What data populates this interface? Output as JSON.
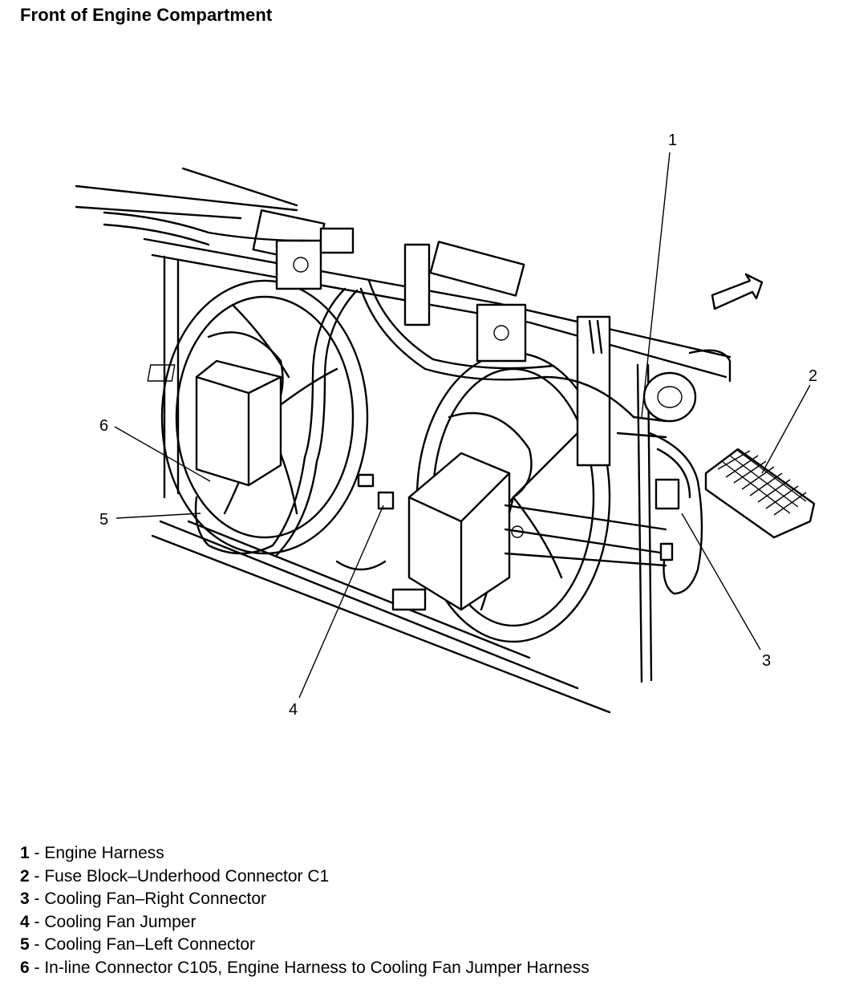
{
  "title": "Front of Engine Compartment",
  "callouts": {
    "c1": "1",
    "c2": "2",
    "c3": "3",
    "c4": "4",
    "c5": "5",
    "c6": "6"
  },
  "legend": [
    {
      "num": "1",
      "text": " - Engine Harness"
    },
    {
      "num": "2",
      "text": " - Fuse Block–Underhood Connector C1"
    },
    {
      "num": "3",
      "text": " - Cooling Fan–Right Connector"
    },
    {
      "num": "4",
      "text": " - Cooling Fan Jumper"
    },
    {
      "num": "5",
      "text": " - Cooling Fan–Left Connector"
    },
    {
      "num": "6",
      "text": " - In-line Connector C105, Engine Harness to Cooling Fan Jumper Harness"
    }
  ]
}
